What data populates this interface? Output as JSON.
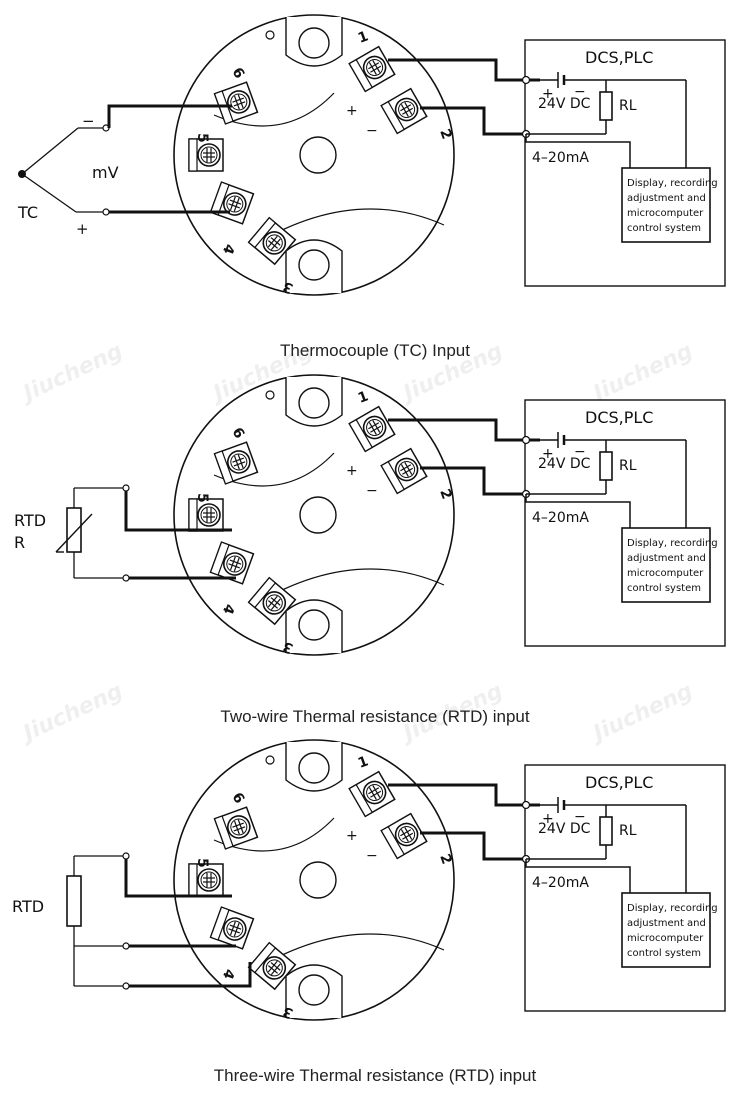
{
  "watermark_text": "Jiucheng",
  "panels": [
    {
      "caption": "Thermocouple (TC) Input",
      "sensor_label": "TC",
      "sensor_label2": "",
      "mv_label": "mV",
      "minus_sign": "−",
      "plus_sign": "+",
      "dcs_title": "DCS,PLC",
      "supply_label": "24V DC",
      "rl_label": "RL",
      "current_label": "4–20mA",
      "display_lines": [
        "Display, recording",
        "adjustment and",
        "microcomputer",
        "control system"
      ],
      "terminals": [
        "1",
        "2",
        "3",
        "4",
        "5",
        "6"
      ],
      "polarity_plus": "+",
      "polarity_minus": "−",
      "batt_plus": "+",
      "batt_minus": "−"
    },
    {
      "caption": "Two-wire Thermal resistance (RTD) input",
      "sensor_label": "RTD",
      "sensor_label2": "R",
      "dcs_title": "DCS,PLC",
      "supply_label": "24V DC",
      "rl_label": "RL",
      "current_label": "4–20mA",
      "display_lines": [
        "Display, recording",
        "adjustment and",
        "microcomputer",
        "control system"
      ],
      "terminals": [
        "1",
        "2",
        "3",
        "4",
        "5",
        "6"
      ],
      "polarity_plus": "+",
      "polarity_minus": "−",
      "batt_plus": "+",
      "batt_minus": "−"
    },
    {
      "caption": "Three-wire Thermal resistance (RTD) input",
      "sensor_label": "RTD",
      "sensor_label2": "",
      "dcs_title": "DCS,PLC",
      "supply_label": "24V DC",
      "rl_label": "RL",
      "current_label": "4–20mA",
      "display_lines": [
        "Display, recording",
        "adjustment and",
        "microcomputer",
        "control system"
      ],
      "terminals": [
        "1",
        "2",
        "3",
        "4",
        "5",
        "6"
      ],
      "polarity_plus": "+",
      "polarity_minus": "−",
      "batt_plus": "+",
      "batt_minus": "−"
    }
  ]
}
